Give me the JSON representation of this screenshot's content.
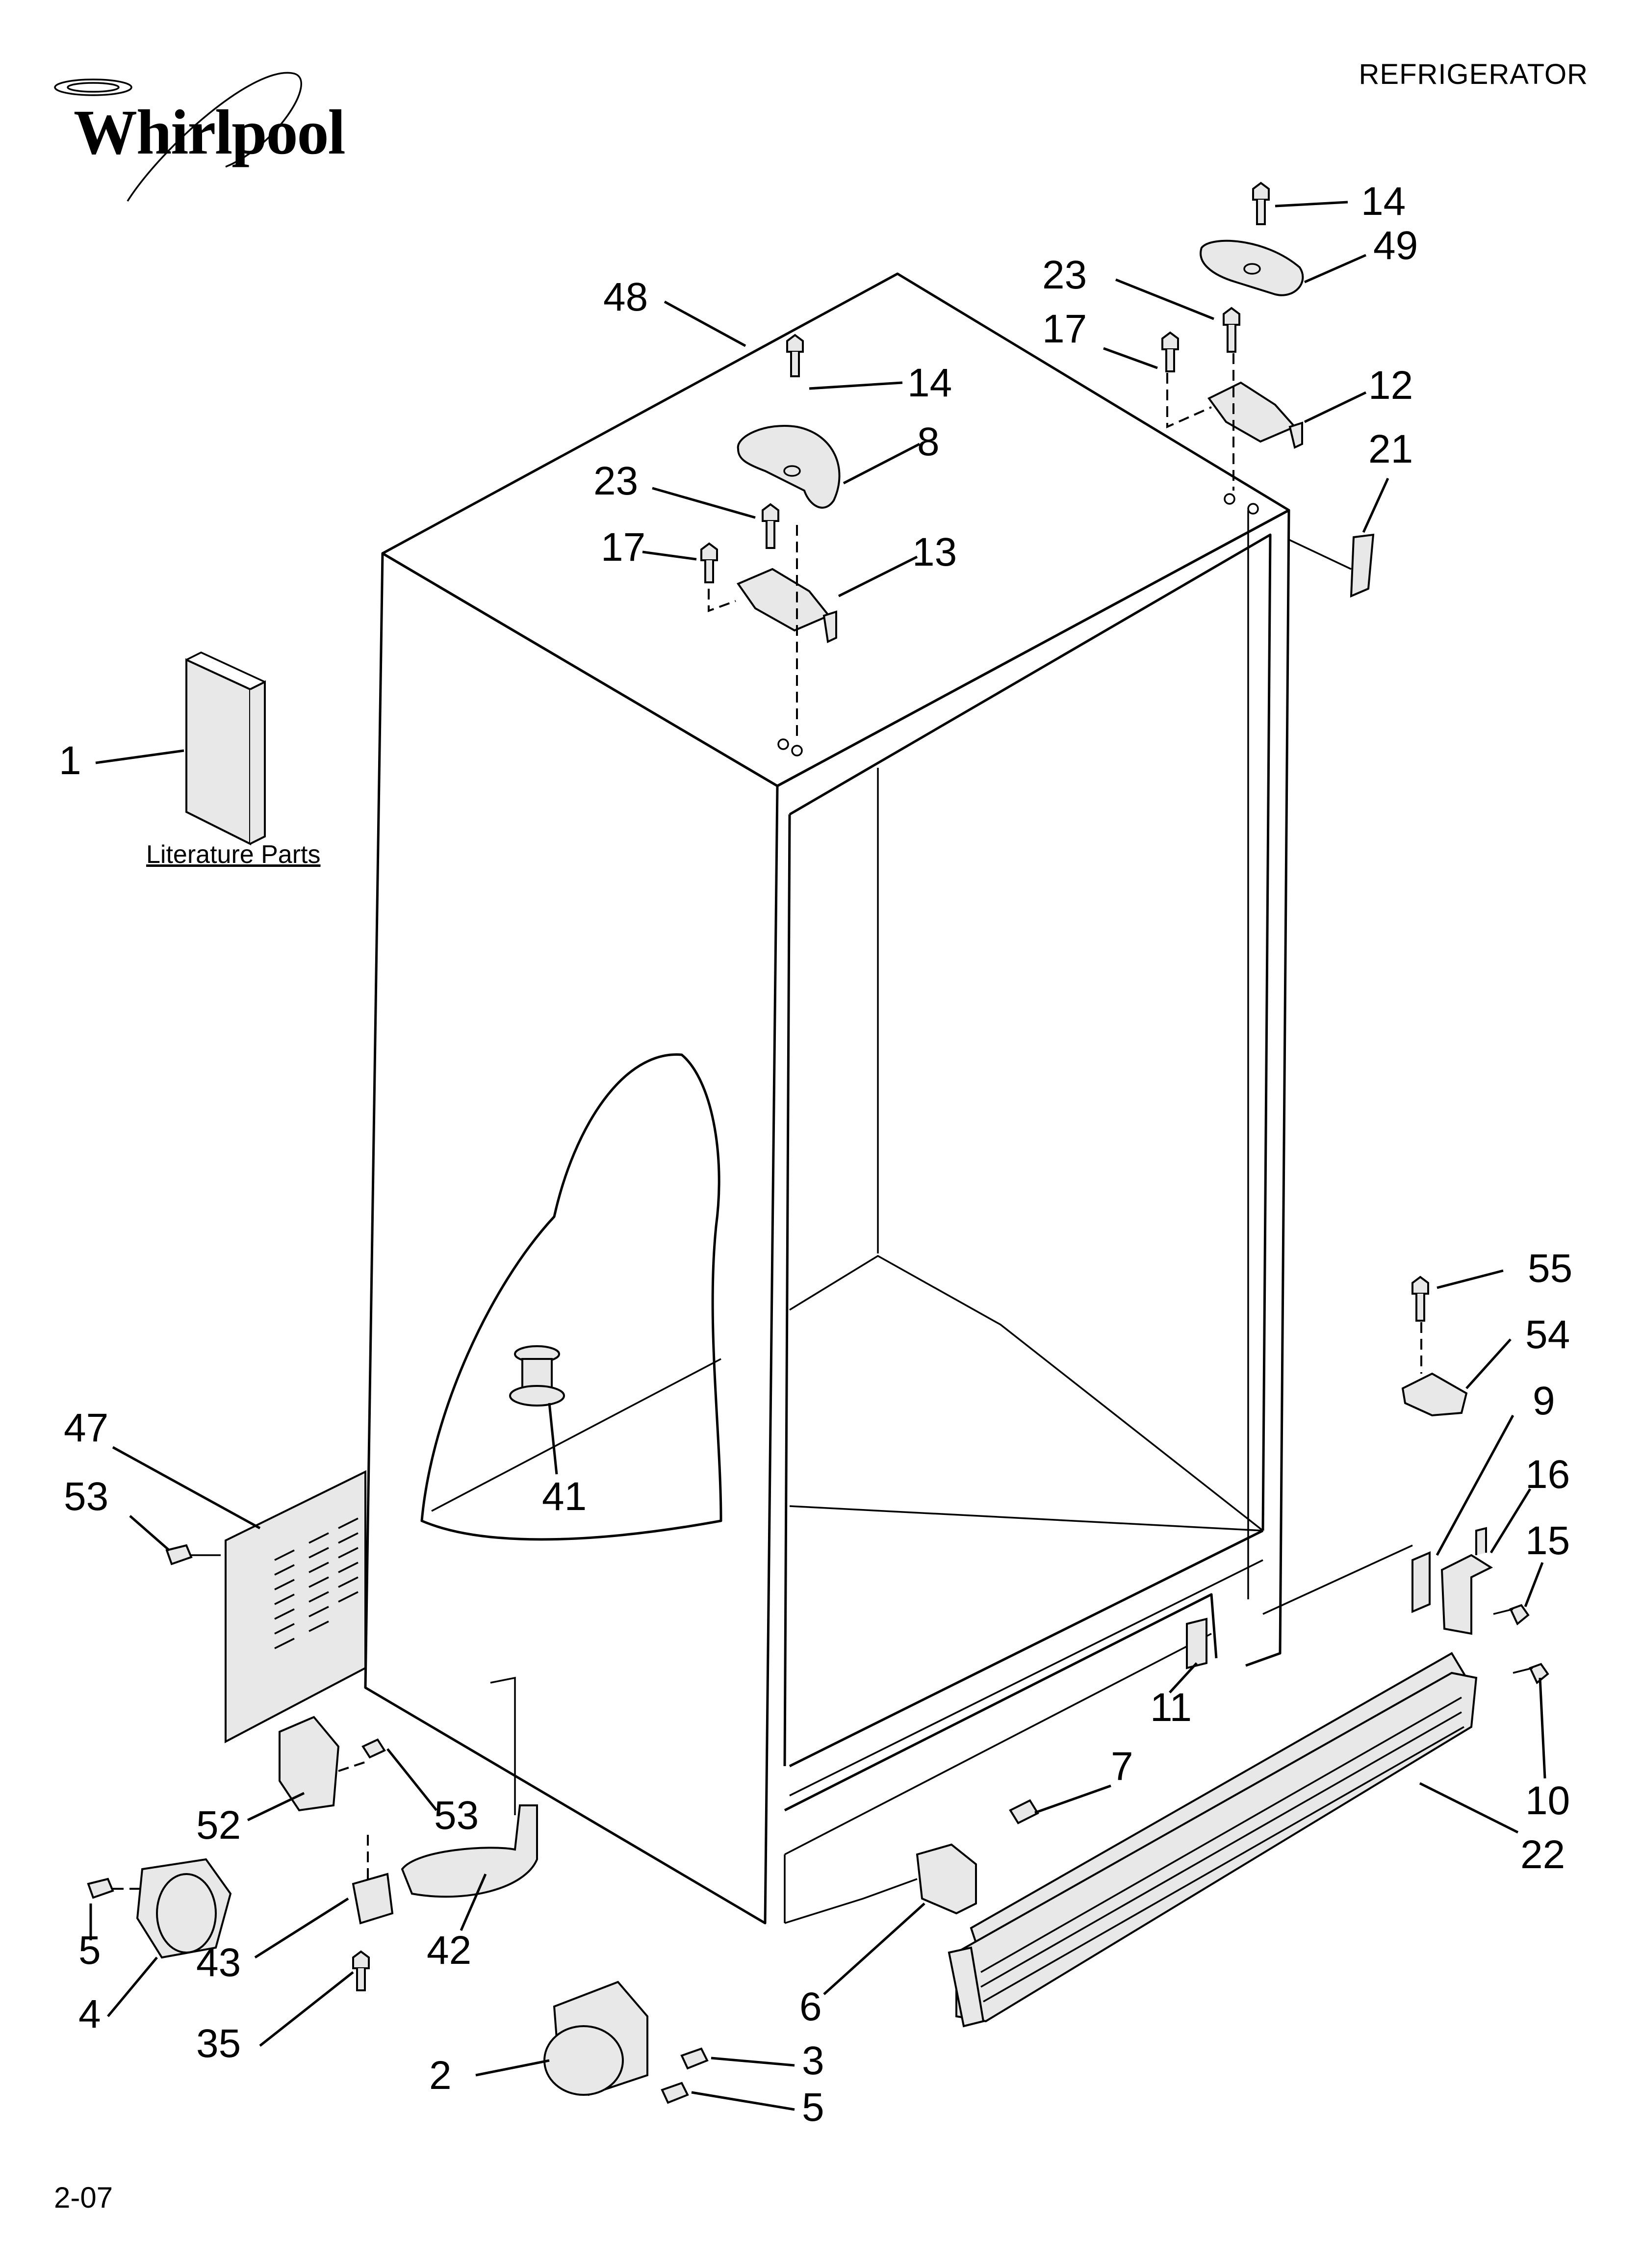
{
  "brand": {
    "logo_text": "Whirlpool"
  },
  "header": {
    "title": "REFRIGERATOR"
  },
  "footer": {
    "code": "2-07"
  },
  "literature": {
    "label": "Literature Parts"
  },
  "callouts": [
    {
      "id": "c14a",
      "text": "14"
    },
    {
      "id": "c49",
      "text": "49"
    },
    {
      "id": "c23a",
      "text": "23"
    },
    {
      "id": "c17a",
      "text": "17"
    },
    {
      "id": "c12",
      "text": "12"
    },
    {
      "id": "c21",
      "text": "21"
    },
    {
      "id": "c48",
      "text": "48"
    },
    {
      "id": "c14b",
      "text": "14"
    },
    {
      "id": "c8",
      "text": "8"
    },
    {
      "id": "c23b",
      "text": "23"
    },
    {
      "id": "c17b",
      "text": "17"
    },
    {
      "id": "c13",
      "text": "13"
    },
    {
      "id": "c1",
      "text": "1"
    },
    {
      "id": "c55",
      "text": "55"
    },
    {
      "id": "c54",
      "text": "54"
    },
    {
      "id": "c9",
      "text": "9"
    },
    {
      "id": "c47",
      "text": "47"
    },
    {
      "id": "c16",
      "text": "16"
    },
    {
      "id": "c53a",
      "text": "53"
    },
    {
      "id": "c15",
      "text": "15"
    },
    {
      "id": "c41",
      "text": "41"
    },
    {
      "id": "c11",
      "text": "11"
    },
    {
      "id": "c10",
      "text": "10"
    },
    {
      "id": "c7",
      "text": "7"
    },
    {
      "id": "c22",
      "text": "22"
    },
    {
      "id": "c52",
      "text": "52"
    },
    {
      "id": "c53b",
      "text": "53"
    },
    {
      "id": "c5a",
      "text": "5"
    },
    {
      "id": "c43",
      "text": "43"
    },
    {
      "id": "c42",
      "text": "42"
    },
    {
      "id": "c4",
      "text": "4"
    },
    {
      "id": "c6",
      "text": "6"
    },
    {
      "id": "c35",
      "text": "35"
    },
    {
      "id": "c2",
      "text": "2"
    },
    {
      "id": "c3",
      "text": "3"
    },
    {
      "id": "c5b",
      "text": "5"
    }
  ]
}
